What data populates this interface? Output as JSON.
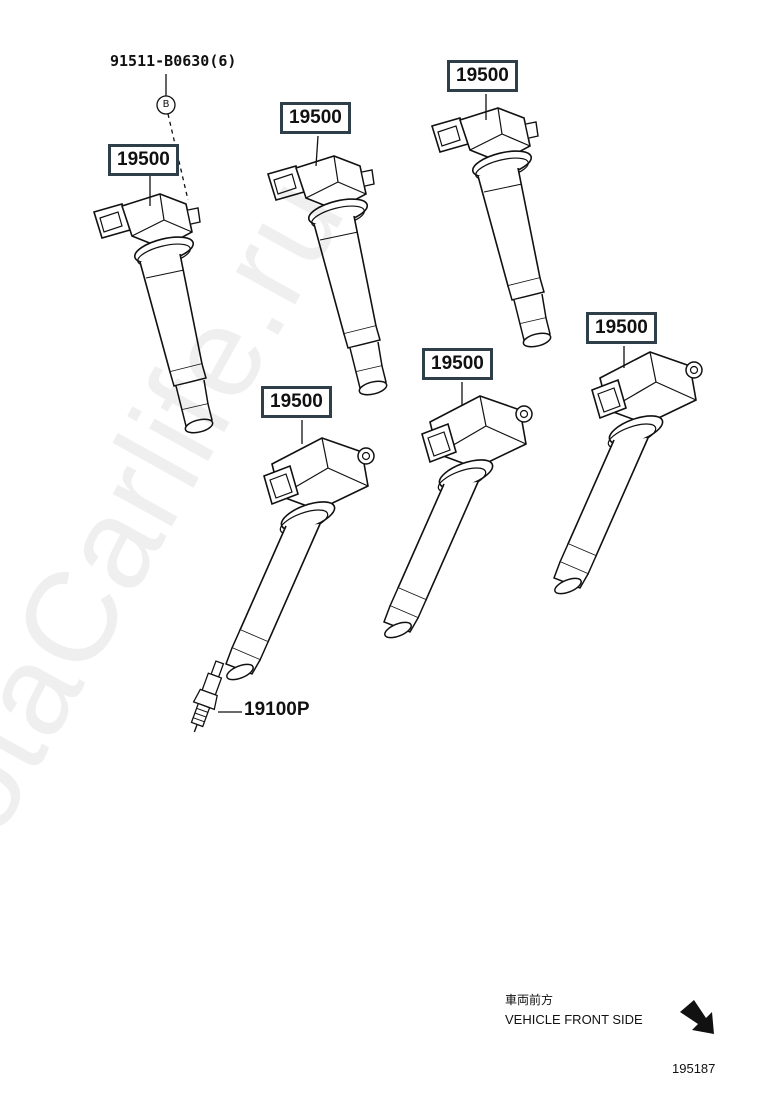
{
  "watermark": "ToyotaCarlife.ru",
  "callouts": {
    "coil_1": "19500",
    "coil_2": "19500",
    "coil_3": "19500",
    "coil_4": "19500",
    "coil_5": "19500",
    "coil_6": "19500"
  },
  "bolt_part": "91511-B0630(6)",
  "bolt_marker": "B",
  "spark_plug_part": "19100P",
  "front_side_jp": "車両前方",
  "front_side_en": "VEHICLE FRONT SIDE",
  "diagram_number": "195187"
}
